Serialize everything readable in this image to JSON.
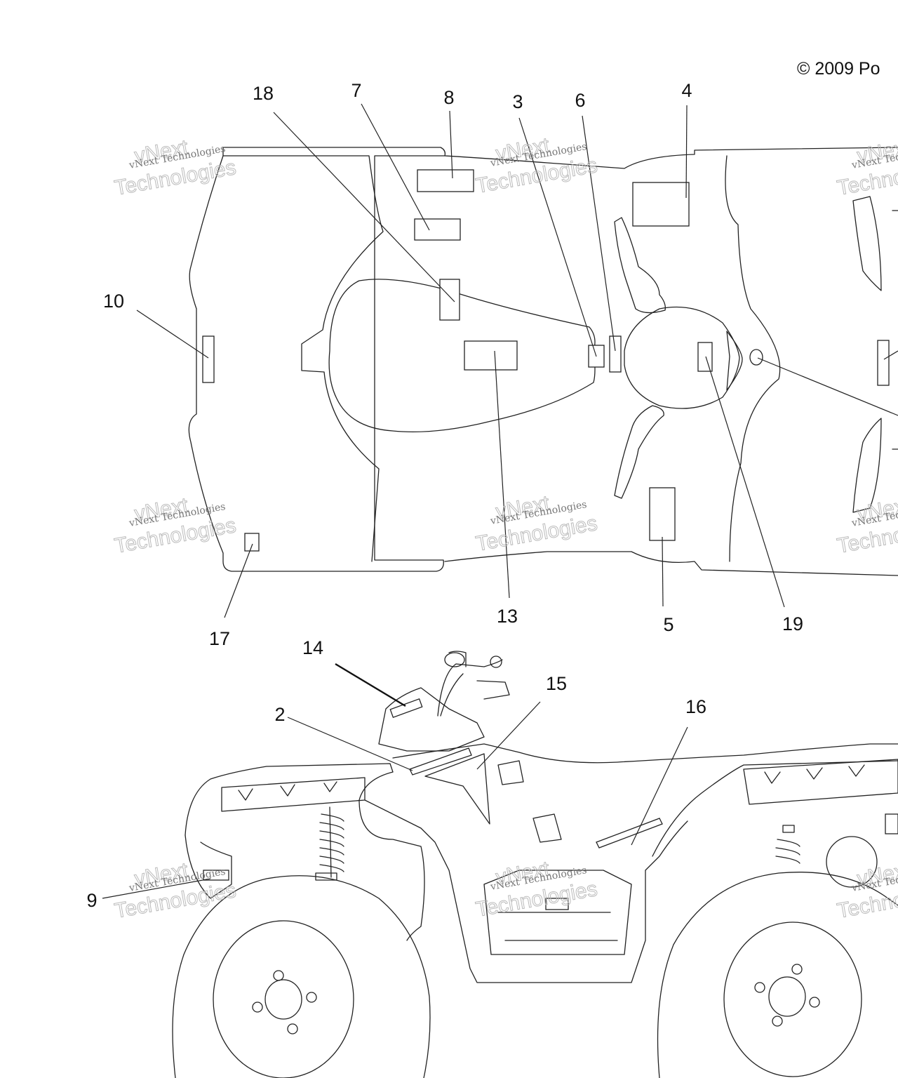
{
  "copyright": "© 2009 Po",
  "watermark": {
    "brand": "vNext",
    "line1": "vNext Technologies",
    "line2": "Technologies"
  },
  "callouts": {
    "c18": "18",
    "c7": "7",
    "c8": "8",
    "c3": "3",
    "c6": "6",
    "c4": "4",
    "c10": "10",
    "c17": "17",
    "c13": "13",
    "c5": "5",
    "c19": "19",
    "c14": "14",
    "c15": "15",
    "c2": "2",
    "c16": "16",
    "c9": "9"
  }
}
